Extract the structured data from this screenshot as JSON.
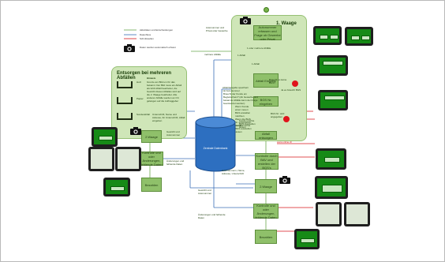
{
  "colors": {
    "node_fill": "#8fc06a",
    "panel_fill": "#cfe6b8",
    "data_flow": "#3b6fb8",
    "activity_flow": "#6aa84f",
    "notification_flow": "#d6191b",
    "database": "#2d6fc0",
    "tablet_screen": "#168a16"
  },
  "legend": {
    "activity": "Aktivitäten und Entscheidungen",
    "data_flow": "Datenfluss",
    "notification": "Schnittstellen",
    "camera": "Daten werden automatisch erfasst"
  },
  "panels": {
    "left_title": "Entsorgen bei mehreren Abfällen",
    "right_title": "1. Waage"
  },
  "left_panel": {
    "note_heading": "Hinweis",
    "note_text": "Grenze am Bild um für das bekannt. Der Bild muss ein Abfall als fehlt Abfall bearbeitet, die Gewicht dieses Abfalles wird auf die 2. Waage bearbeitet. Alle anderen Abfälle werden an Ort gelangen auf die Auftraggeber",
    "row1": "Holz",
    "row2": "Papier",
    "row3": "Sonderabfall",
    "row3_note": "Unterschrift, Name und Adresse, für Unterschrift, Abfall eingeben"
  },
  "nodes": {
    "start": "Autonummer erfassen und Frage ob Gewerbe oder Privat",
    "abfall_eingabe": "Abfall Eingabe",
    "bgs_eingeben": "BGS Nr. eingeben",
    "abfall_entsorgen": "Abfall entsorgen",
    "waage2_left": "2.Waage",
    "kontrolle_left": "Kontrolle und oder Änderungen, fehlende Daten",
    "bezahlen_left": "Bezahlen",
    "kontrolle_bgs": "Kontrolle durch BAV und erstellen der BGS's",
    "waage2_right": "2.Waage",
    "kontrolle_right": "Kontrolle und oder Änderungen, fehlende Daten",
    "bezahlen_right": "Bezahlen"
  },
  "database": {
    "label": "Zentrale Datenbank"
  },
  "edge_labels": {
    "mehrere": "mehrere Abfälle",
    "ein_abfall": "1 oder mehrere Abfälle",
    "ein": "1 Abfall",
    "autonummer": "Autonummer und Privat oder Gewerbe",
    "gewerbe_speichern": "Abfall Eingabe speichern mit Autonummer",
    "bgs_frage": "Braucht der Kunde ein Begleitschein? (Ab Gewerbe und bekannte Abfälle kann der Frage beantwortet werden)",
    "ja_bgs": "Ja es braucht BGS",
    "braucht_kein": "Braucht es keine BGS?",
    "bgs_wird": "BGS Nr. wird angegeben",
    "neuer_bgs": "Wenn Kunde einen neuen BGS anstellen möchten",
    "vorhandene": "Wenn die BGS Nr. eingegeben werden",
    "drucken": "Kunde möchte BGS ausstellen lassen",
    "gewicht_autonummer": "Gewicht und Autonummer",
    "autonummer_name": "Autonummern, Name, Adresse, Unterschrift",
    "gewicht_auto2": "Gewicht und Autonummer",
    "aenderungen_fehlende": "Änderungen und fehlende Daten",
    "aenderungen_fehlende2": "Änderungen und fehlende Daten",
    "red_link": "www.online.ch"
  }
}
